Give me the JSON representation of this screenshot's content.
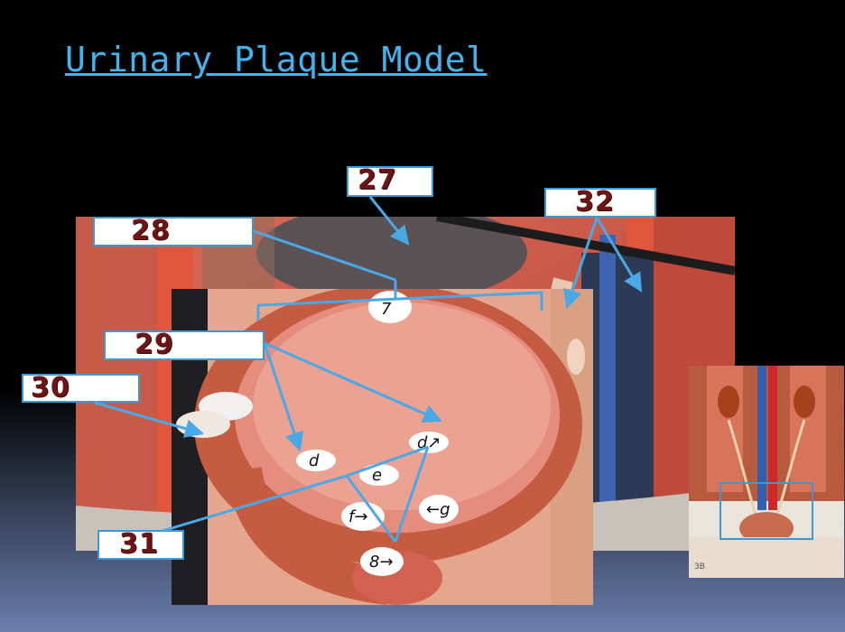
{
  "slide": {
    "title": "Urinary Plaque Model"
  },
  "labels": {
    "l27": "27",
    "l28": "28",
    "l29": "29",
    "l30": "30",
    "l31": "31",
    "l32": "32"
  },
  "colors": {
    "title": "#43b3ee",
    "callout_border": "#3a9ad8",
    "callout_text": "#6e1414",
    "background_top": "#000000",
    "background_bottom": "#6a7fae"
  }
}
